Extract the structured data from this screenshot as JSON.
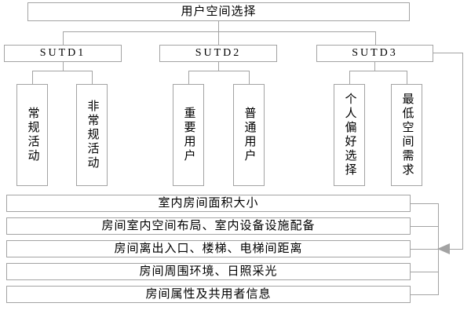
{
  "diagram": {
    "root": {
      "label": "用户空间选择"
    },
    "groups": [
      {
        "label": "SUTD1",
        "children": [
          {
            "label": "常规活动"
          },
          {
            "label": "非常规活动"
          }
        ]
      },
      {
        "label": "SUTD2",
        "children": [
          {
            "label": "重要用户"
          },
          {
            "label": "普通用户"
          }
        ]
      },
      {
        "label": "SUTD3",
        "children": [
          {
            "label": "个人偏好选择"
          },
          {
            "label": "最低空间需求"
          }
        ]
      }
    ],
    "criteria": [
      "室内房间面积大小",
      "房间室内空间布局、室内设备设施配备",
      "房间离出入口、楼梯、电梯间距离",
      "房间周围环境、日照采光",
      "房间属性及共用者信息"
    ],
    "colors": {
      "line": "#a3a3a3",
      "box_border": "#a3a3a3",
      "text": "#000000",
      "background": "#ffffff"
    }
  }
}
